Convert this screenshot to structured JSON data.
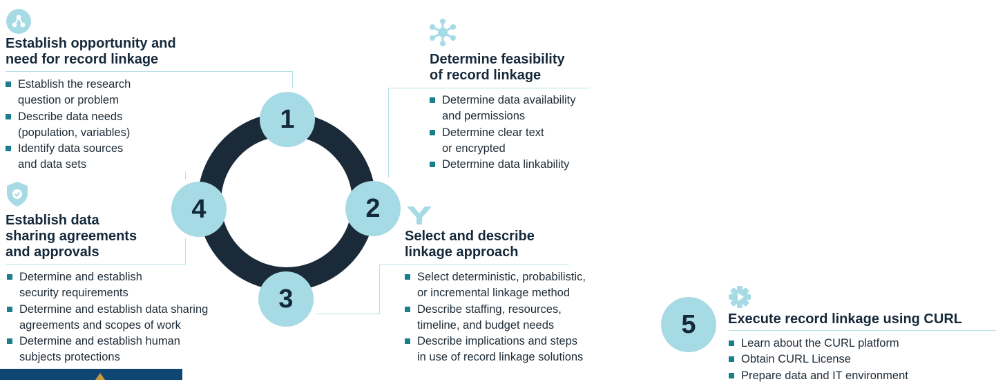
{
  "steps": [
    {
      "number": "1",
      "title": "Establish opportunity and\nneed for record linkage",
      "bullets": [
        "Establish the research\nquestion or problem",
        "Describe data needs\n(population, variables)",
        "Identify data sources\nand data sets"
      ]
    },
    {
      "number": "2",
      "title": "Determine feasibility\nof record linkage",
      "bullets": [
        "Determine data availability\nand permissions",
        "Determine clear text\nor encrypted",
        "Determine data linkability"
      ]
    },
    {
      "number": "3",
      "title": "Select and describe\nlinkage approach",
      "bullets": [
        "Select deterministic, probabilistic,\nor incremental linkage method",
        "Describe staffing, resources,\ntimeline, and budget needs",
        "Describe implications and steps\nin use of record linkage solutions"
      ]
    },
    {
      "number": "4",
      "title": "Establish data\nsharing agreements\nand approvals",
      "bullets": [
        "Determine and establish\nsecurity requirements",
        "Determine and establish data sharing\nagreements and scopes of work",
        "Determine and establish human\nsubjects protections"
      ]
    },
    {
      "number": "5",
      "title": "Execute record linkage using CURL",
      "bullets": [
        "Learn about the CURL platform",
        "Obtain CURL License",
        "Prepare data and IT environment"
      ]
    }
  ],
  "icons": {
    "step1": "network-node-icon",
    "step2": "hub-network-icon",
    "step3": "merge-arrows-icon",
    "step4": "shield-check-icon",
    "step5": "gear-icon"
  },
  "colors": {
    "ring": "#1b2a38",
    "circle": "#a6dbe6",
    "accent": "#1b7f8b",
    "icon": "#a6dbe6",
    "divider": "#b8e0e8"
  }
}
